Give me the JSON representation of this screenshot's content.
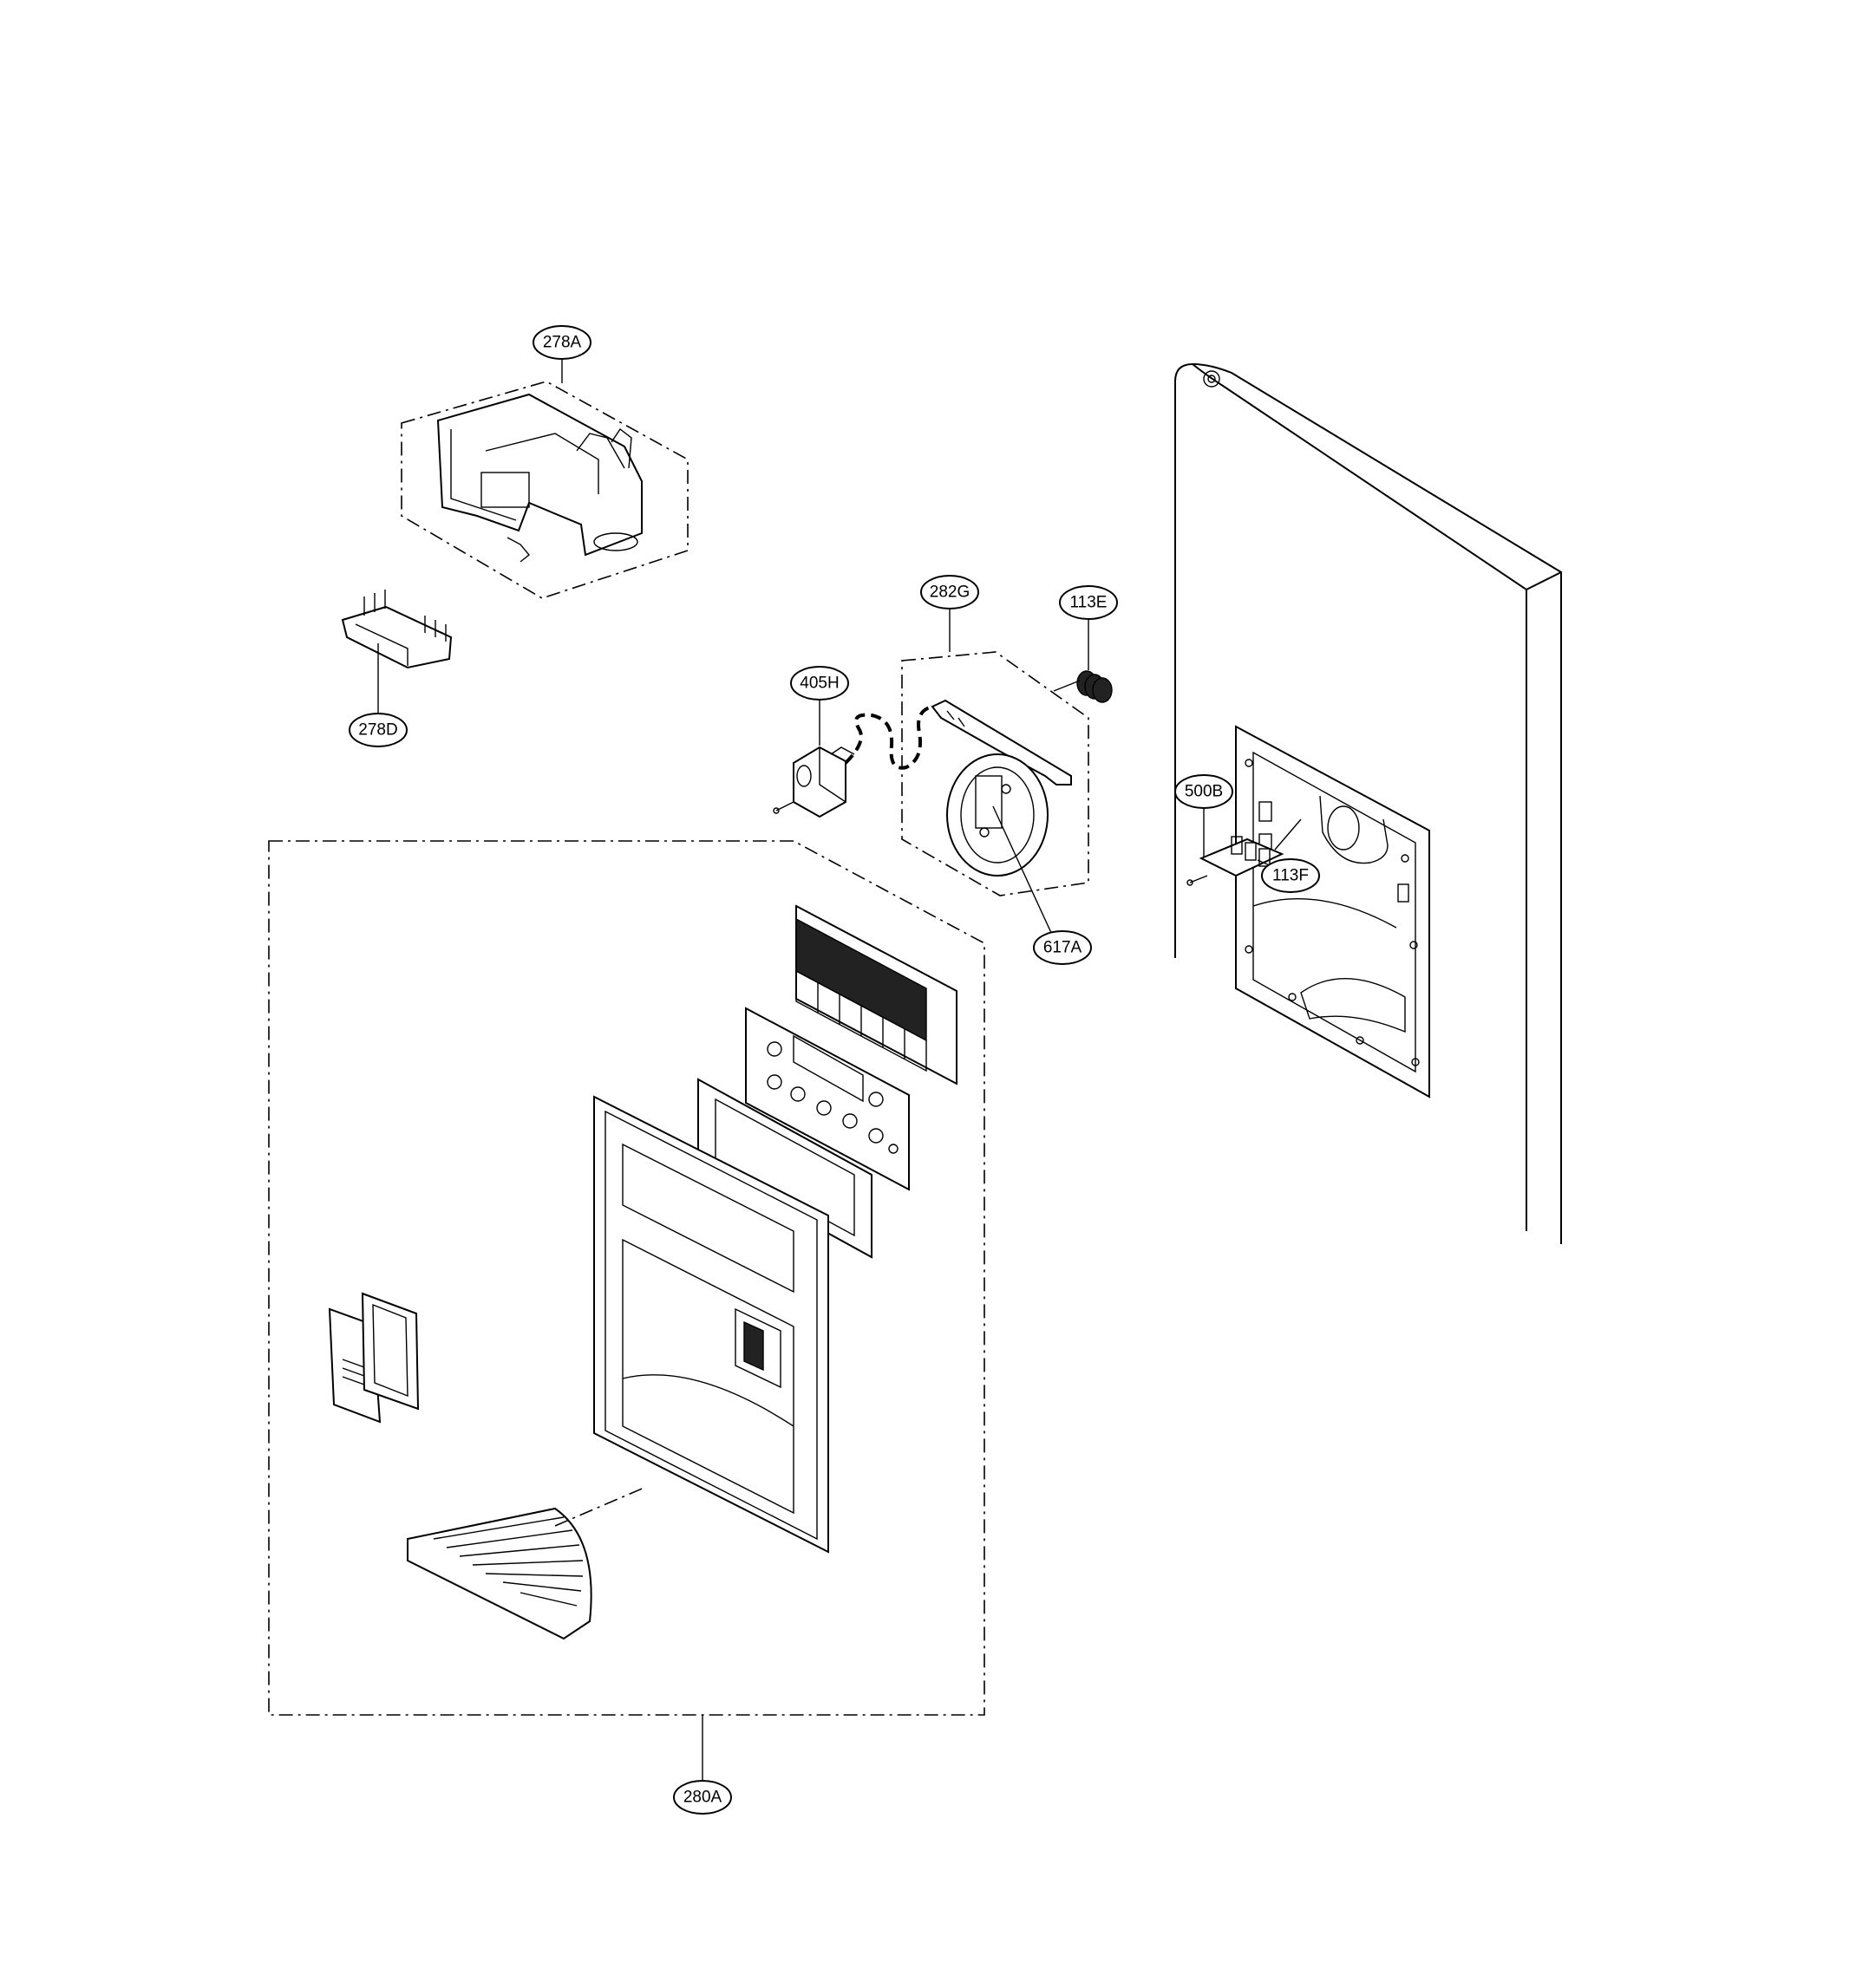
{
  "callouts": {
    "278A": "278A",
    "278D": "278D",
    "282G": "282G",
    "113E": "113E",
    "405H": "405H",
    "500B": "500B",
    "113F": "113F",
    "617A": "617A",
    "280A": "280A"
  }
}
